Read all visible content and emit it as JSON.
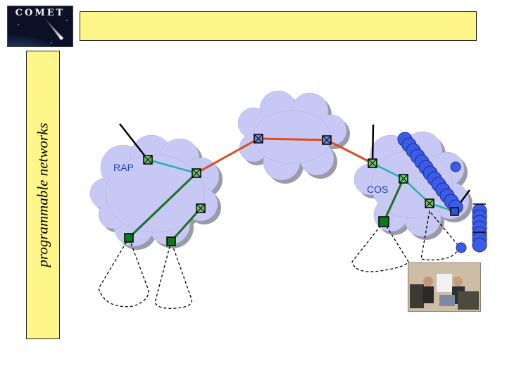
{
  "logo": {
    "text": "COMET"
  },
  "sidebar": {
    "label": "programmable networks"
  },
  "title": {
    "text": ""
  },
  "diagram": {
    "labels": {
      "rap": "RAP",
      "cos": "COS"
    }
  },
  "colors": {
    "cloud_fill": "#c8c8f4",
    "backbone_link": "#e04a1c",
    "access_link": "#1fb5a8",
    "tree_link": "#1d6f2a",
    "node_green": "#0b7a17",
    "sidebar_bg": "#fff68a",
    "node_blue": "#2a55e0"
  },
  "photo": {
    "description_icon": "photo-icon"
  }
}
